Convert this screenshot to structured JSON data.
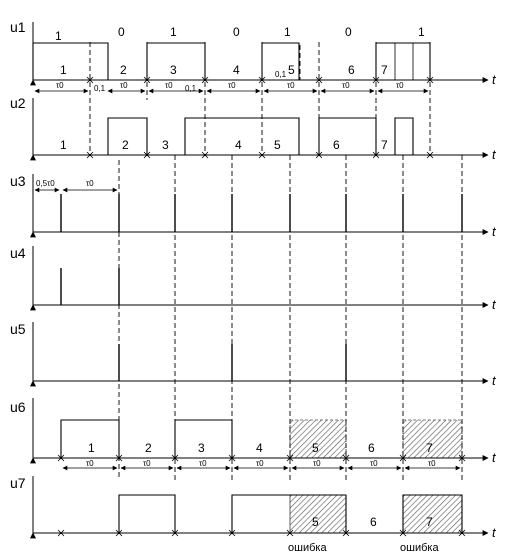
{
  "signals": [
    {
      "label": "u1",
      "bits": [
        "1",
        "0",
        "1",
        "0",
        "1",
        "0",
        "1"
      ],
      "segments": [
        "1",
        "2",
        "3",
        "4",
        "5",
        "6",
        "7"
      ],
      "tau": "τ0",
      "small": [
        "0,1",
        "0,1",
        "0,1"
      ]
    },
    {
      "label": "u2",
      "segments": [
        "1",
        "2",
        "3",
        "4",
        "5",
        "6",
        "7"
      ]
    },
    {
      "label": "u3",
      "annotations": [
        "0,5τ0",
        "τ0"
      ]
    },
    {
      "label": "u4"
    },
    {
      "label": "u5"
    },
    {
      "label": "u6",
      "segments": [
        "1",
        "2",
        "3",
        "4",
        "5",
        "6",
        "7"
      ],
      "tau": "τ0"
    },
    {
      "label": "u7",
      "segments": [
        "5",
        "6",
        "7"
      ]
    }
  ],
  "axis_label": "t",
  "errors": [
    "ошибка",
    "ошибка"
  ]
}
